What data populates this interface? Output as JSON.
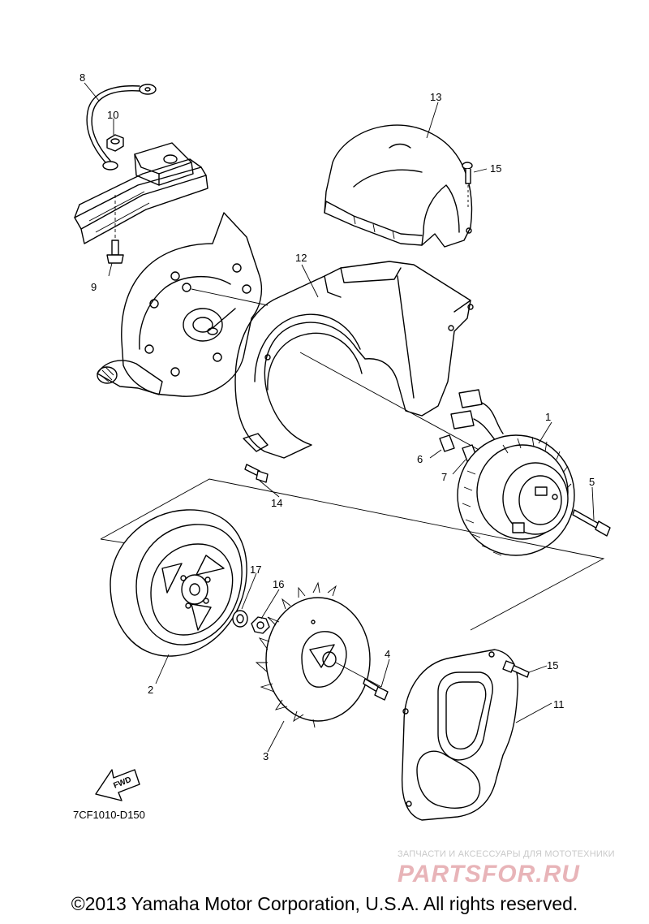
{
  "diagram": {
    "callouts": {
      "p1": "1",
      "p2": "2",
      "p3": "3",
      "p4": "4",
      "p5": "5",
      "p6": "6",
      "p7": "7",
      "p8": "8",
      "p9": "9",
      "p10": "10",
      "p11": "11",
      "p12": "12",
      "p13": "13",
      "p14": "14",
      "p15a": "15",
      "p15b": "15",
      "p16": "16",
      "p17": "17"
    },
    "drawing_code": "7CF1010-D150",
    "fwd_label": "FWD"
  },
  "watermark": {
    "tagline": "ЗАПЧАСТИ И АКСЕССУАРЫ ДЛЯ МОТОТЕХНИКИ",
    "brand": "PARTSFOR.RU",
    "color": "#e8b4b8"
  },
  "footer": {
    "copyright": "©2013 Yamaha Motor Corporation, U.S.A. All rights reserved."
  }
}
